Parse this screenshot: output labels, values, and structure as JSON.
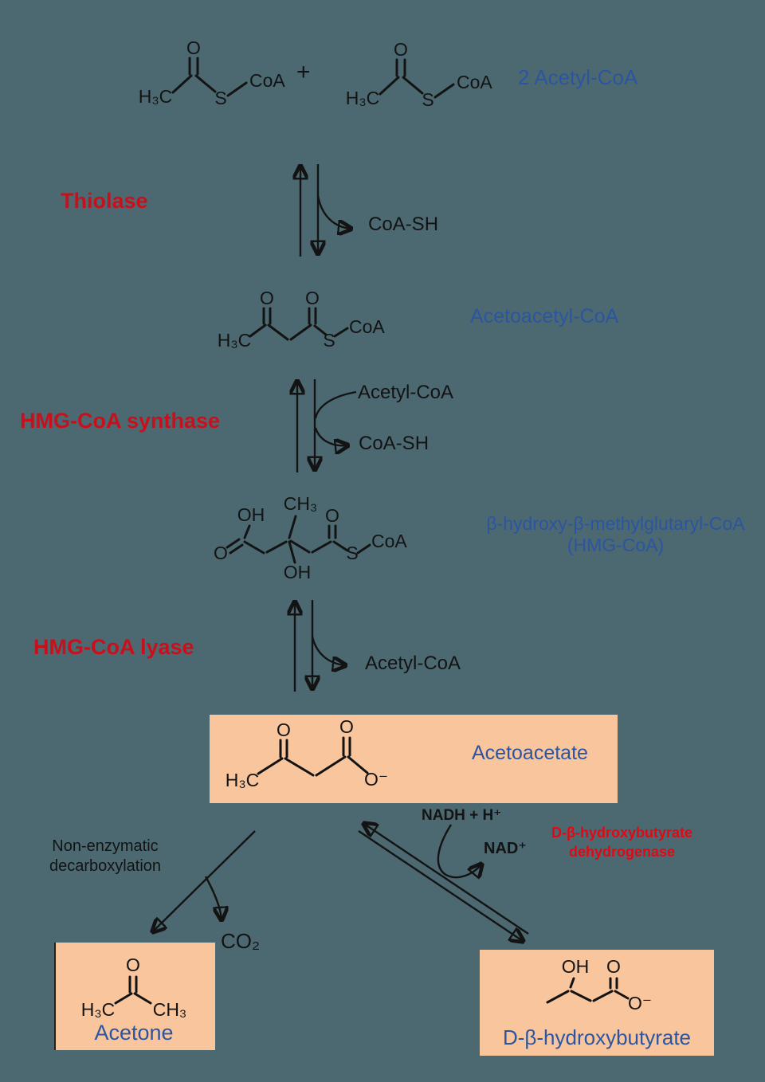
{
  "colors": {
    "background": "#4c6971",
    "box_orange": "#f8c59d",
    "label_blue": "#2b55a0",
    "enzyme_red": "#c8101c",
    "dehydrogenase_red": "#e30713",
    "structure_black": "#131313"
  },
  "top": {
    "plus": "+",
    "label": "2 Acetyl-CoA"
  },
  "molecules": {
    "acetyl_coa": {
      "h3c": "H₃C",
      "o": "O",
      "s": "S",
      "coa": "CoA"
    },
    "acetoacetyl_coa": {
      "h3c": "H₃C",
      "o1": "O",
      "o2": "O",
      "s": "S",
      "coa": "CoA",
      "label": "Acetoacetyl-CoA"
    },
    "hmg_coa": {
      "acid_oh": "OH",
      "acid_o": "O",
      "ch3": "CH₃",
      "mid_oh": "OH",
      "o": "O",
      "s": "S",
      "coa": "CoA",
      "label1": "β-hydroxy-β-methylglutaryl-CoA",
      "label2": "(HMG-CoA)"
    },
    "acetoacetate": {
      "h3c": "H₃C",
      "o1": "O",
      "o2": "O",
      "o_minus": "O⁻",
      "label": "Acetoacetate"
    },
    "acetone": {
      "o": "O",
      "h3c": "H₃C",
      "ch3": "CH₃",
      "label": "Acetone"
    },
    "d_bhb": {
      "oh": "OH",
      "o": "O",
      "o_minus": "O⁻",
      "label": "D-β-hydroxybutyrate"
    }
  },
  "reactions": {
    "thiolase": {
      "enzyme": "Thiolase",
      "coa_sh": "CoA-SH"
    },
    "hmg_coa_synthase": {
      "enzyme": "HMG-CoA synthase",
      "acetyl_in": "Acetyl-CoA",
      "coa_sh": "CoA-SH"
    },
    "hmg_coa_lyase": {
      "enzyme": "HMG-CoA lyase",
      "acetyl_out": "Acetyl-CoA"
    },
    "decarboxylation": {
      "label1": "Non-enzymatic",
      "label2": "decarboxylation",
      "co2": "CO₂"
    },
    "bhb_dehydrogenase": {
      "enzyme1": "D-β-hydroxybutyrate",
      "enzyme2": "dehydrogenase",
      "nadh": "NADH + H⁺",
      "nad": "NAD⁺"
    }
  }
}
